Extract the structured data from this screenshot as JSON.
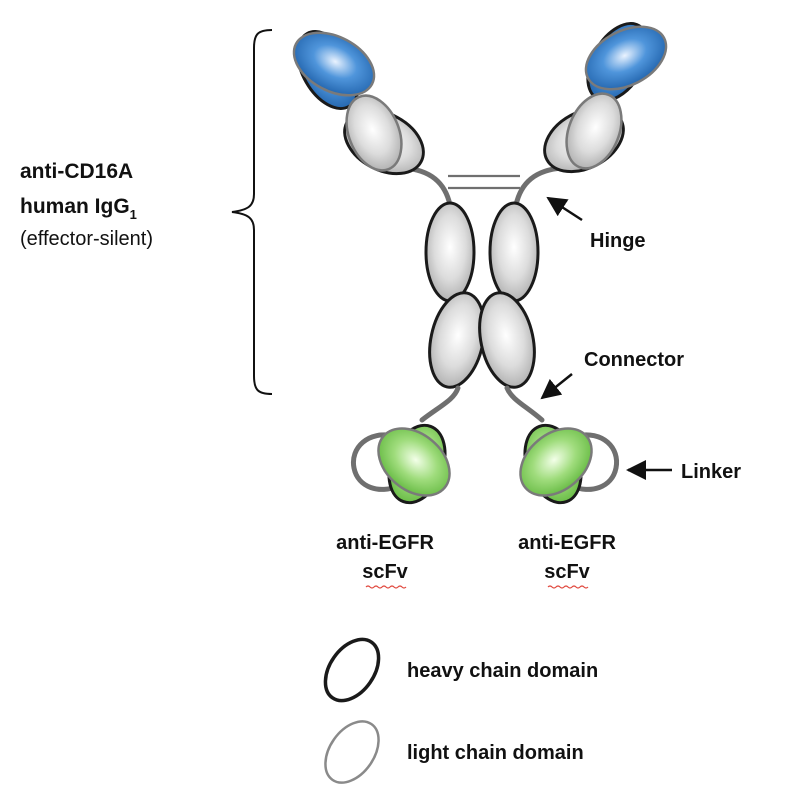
{
  "title": {
    "line1": "anti-CD16A",
    "line2_main": "human IgG",
    "line2_sub": "1",
    "line3": "(effector-silent)"
  },
  "annotations": {
    "hinge": "Hinge",
    "connector": "Connector",
    "linker": "Linker"
  },
  "scfv_left": {
    "line1": "anti-EGFR",
    "line2": "scFv"
  },
  "scfv_right": {
    "line1": "anti-EGFR",
    "line2": "scFv"
  },
  "legend": [
    {
      "label": "heavy chain domain",
      "stroke": "#1a1a1a"
    },
    {
      "label": "light chain domain",
      "stroke": "#8a8a8a"
    }
  ],
  "colors": {
    "variable_domain": "#2f78c4",
    "constant_domain": "#d7d7d7",
    "scfv_domain": "#86cf63",
    "heavy_outline": "#1a1a1a",
    "light_outline": "#7a7a7a",
    "connector_line": "#6f6f6f"
  }
}
